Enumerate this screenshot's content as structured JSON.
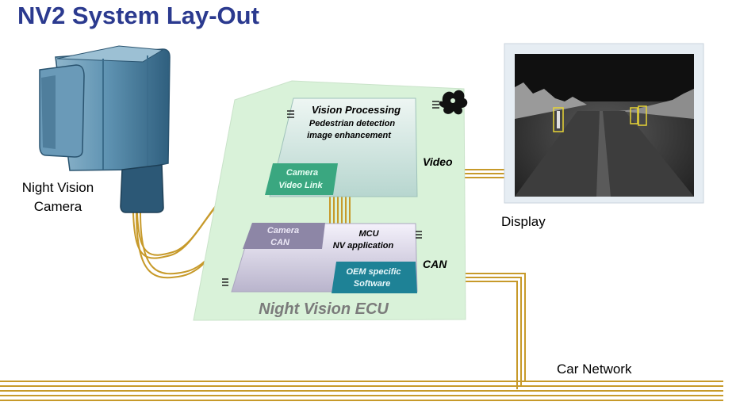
{
  "title": "NV2 System Lay-Out",
  "camera": {
    "label_line1": "Night Vision",
    "label_line2": "Camera"
  },
  "ecu": {
    "title": "Night Vision ECU",
    "vision_processing": {
      "heading": "Vision Processing",
      "line1": "Pedestrian detection",
      "line2": "image enhancement"
    },
    "camera_video_link": {
      "line1": "Camera",
      "line2": "Video Link"
    },
    "camera_can": {
      "line1": "Camera",
      "line2": "CAN"
    },
    "mcu": {
      "line1": "MCU",
      "line2": "NV application"
    },
    "oem": {
      "line1": "OEM specific",
      "line2": "Software"
    }
  },
  "labels": {
    "video": "Video",
    "can": "CAN",
    "display": "Display",
    "car_network": "Car Network"
  },
  "icons": [
    "camera-icon",
    "logo-icon",
    "pedestrian-marker-icon"
  ],
  "colors": {
    "title": "#2b3a8f",
    "ecu_board": "#d9f2d9",
    "wire": "#c79a2a",
    "camera_box": "#4f87a6",
    "oem_box": "#1e8296"
  }
}
